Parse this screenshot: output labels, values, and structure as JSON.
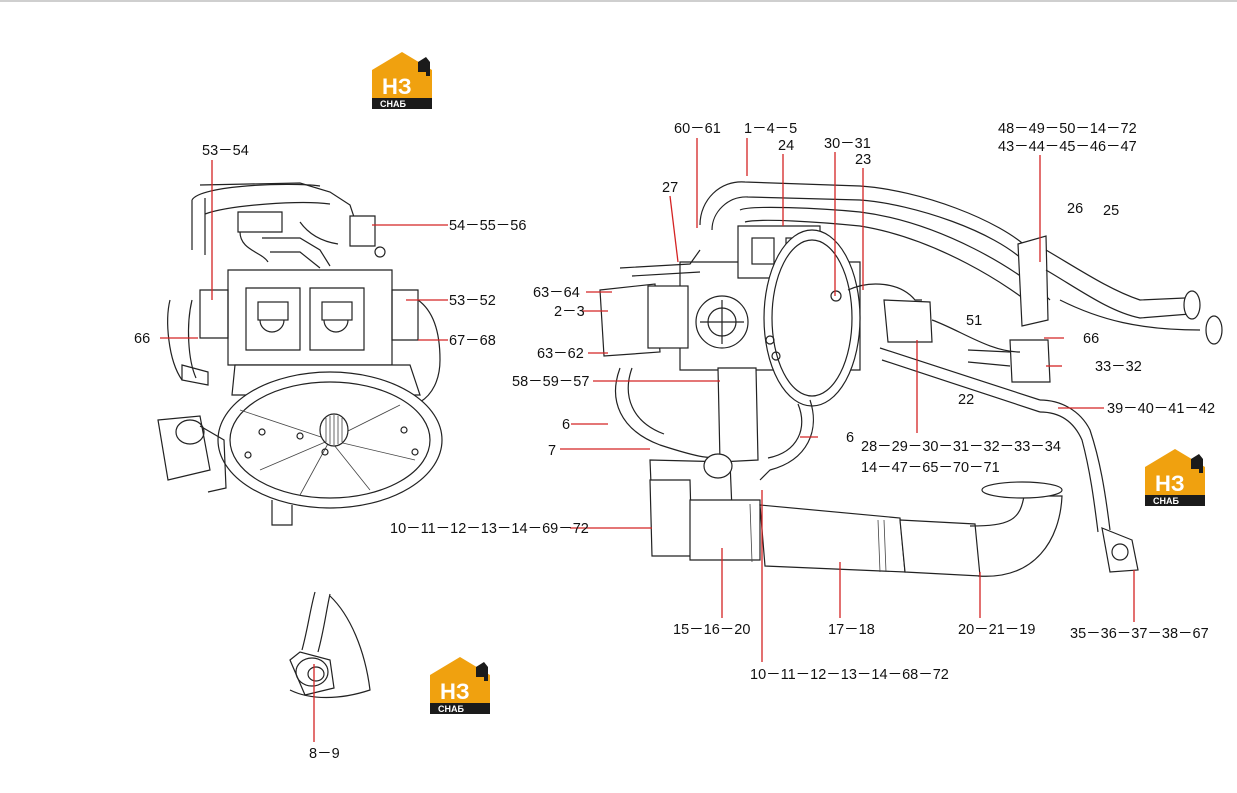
{
  "logos": [
    {
      "id": "logo-top",
      "mark": "НЗ",
      "sub": "CHAБ"
    },
    {
      "id": "logo-right",
      "mark": "НЗ",
      "sub": "CHAБ"
    },
    {
      "id": "logo-bottom",
      "mark": "НЗ",
      "sub": "CHAБ"
    }
  ],
  "colors": {
    "logo_orange": "#f0a10f",
    "logo_dark": "#1b1b1b",
    "leader_red": "#d42424",
    "line": "#222222"
  },
  "callouts": {
    "c53_54": "53－54",
    "c54_55_56": "54－55－56",
    "c53_52": "53－52",
    "c66_left": "66",
    "c67_68": "67－68",
    "c8_9": "8－9",
    "c60_61": "60－61",
    "c1_4_5": "1－4－5",
    "c24": "24",
    "c30_31": "30－31",
    "c23": "23",
    "c48_line": "48－49－50－14－72",
    "c43_line": "43－44－45－46－47",
    "c27": "27",
    "c26": "26",
    "c25": "25",
    "c63_64": "63－64",
    "c2_3": "2－3",
    "c51": "51",
    "c66_right": "66",
    "c63_62": "63－62",
    "c33_32": "33－32",
    "c58_59_57": "58－59－57",
    "c22": "22",
    "c39_42": "39－40－41－42",
    "c6_left": "6",
    "c6_right": "6",
    "c7": "7",
    "c28_34": "28－29－30－31－32－33－34",
    "c14_71": "14－47－65－70－71",
    "c10_72_a": "10－11－12－13－14－69－72",
    "c15_16_20": "15－16－20",
    "c17_18": "17－18",
    "c20_21_19": "20－21－19",
    "c35_67": "35－36－37－38－67",
    "c10_72_b": "10－11－12－13－14－68－72"
  }
}
